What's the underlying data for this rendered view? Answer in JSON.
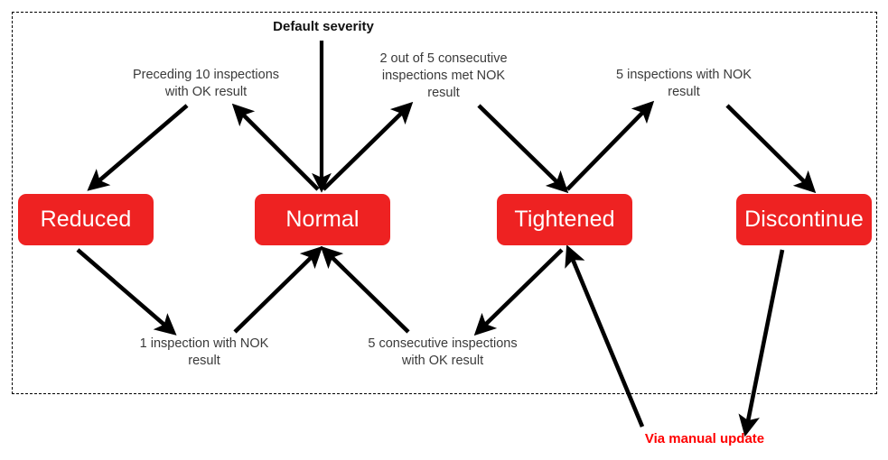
{
  "diagram": {
    "title": "Inspection severity transition diagram",
    "boundary_style": "dashed",
    "colors": {
      "state_fill": "#EE2222",
      "state_text": "#FFFFFF",
      "label_text": "#3A3A3A",
      "manual_text": "#FF0000",
      "arrow": "#000000",
      "boundary": "#000000",
      "background": "#FFFFFF"
    },
    "entry": {
      "label": "Default severity",
      "target": "Normal"
    },
    "states": [
      {
        "id": "reduced",
        "label": "Reduced"
      },
      {
        "id": "normal",
        "label": "Normal"
      },
      {
        "id": "tightened",
        "label": "Tightened"
      },
      {
        "id": "discontinue",
        "label": "Discontinue"
      }
    ],
    "transitions": [
      {
        "id": "normal-to-reduced",
        "from": "Normal",
        "to": "Reduced",
        "label": "Preceding 10 inspections\nwith OK result",
        "position": "top-left"
      },
      {
        "id": "normal-to-tightened",
        "from": "Normal",
        "to": "Tightened",
        "label": "2 out of 5 consecutive\ninspections met NOK\nresult",
        "position": "top-center"
      },
      {
        "id": "tightened-to-discontinue",
        "from": "Tightened",
        "to": "Discontinue",
        "label": "5 inspections with NOK\nresult",
        "position": "top-right"
      },
      {
        "id": "reduced-to-normal",
        "from": "Reduced",
        "to": "Normal",
        "label": "1 inspection with NOK\nresult",
        "position": "bottom-left"
      },
      {
        "id": "tightened-to-normal",
        "from": "Tightened",
        "to": "Normal",
        "label": "5 consecutive inspections\nwith OK result",
        "position": "bottom-center"
      },
      {
        "id": "discontinue-to-tightened",
        "from": "Discontinue",
        "to": "Tightened",
        "label": "Via manual update",
        "position": "bottom-right",
        "emphasis": "red-bold"
      }
    ]
  }
}
